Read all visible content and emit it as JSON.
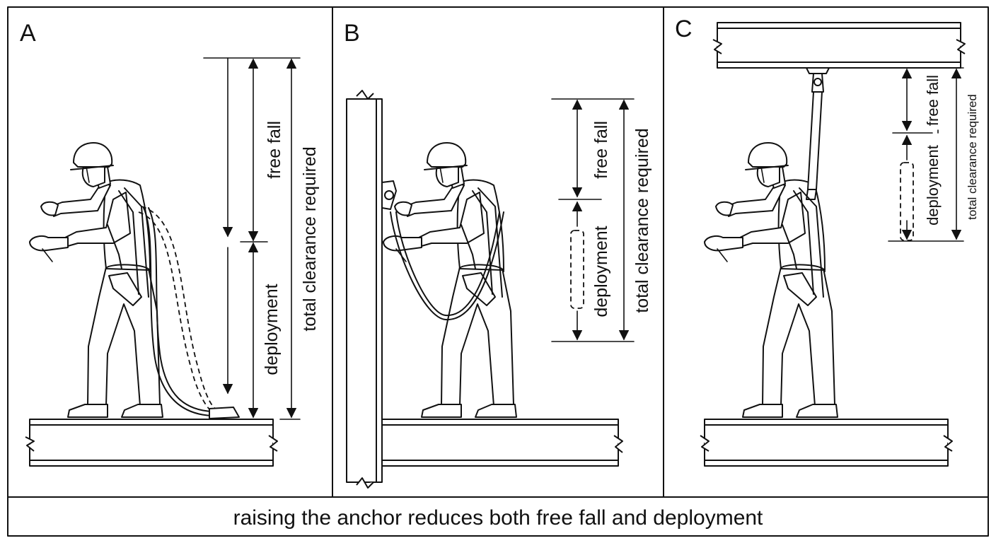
{
  "panels": [
    {
      "letter": "A",
      "free_fall": "free fall",
      "deployment": "deployment",
      "total": "total clearance required"
    },
    {
      "letter": "B",
      "free_fall": "free fall",
      "deployment": "deployment",
      "total": "total clearance required"
    },
    {
      "letter": "C",
      "free_fall": "free fall",
      "deployment": "deployment",
      "total": "total clearance required"
    }
  ],
  "caption": "raising the anchor reduces both free fall and deployment",
  "colors": {
    "line": "#111111",
    "background": "#ffffff"
  }
}
